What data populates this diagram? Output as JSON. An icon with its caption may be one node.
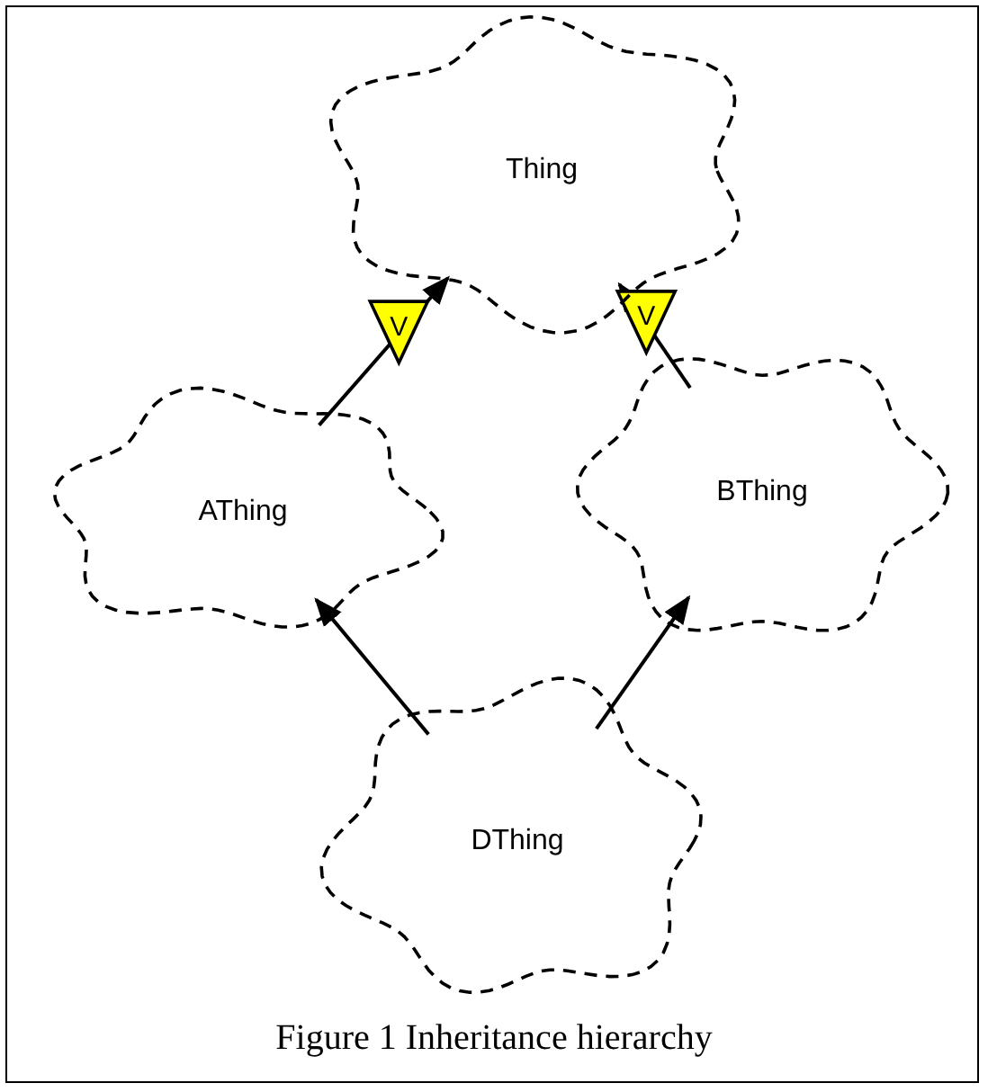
{
  "diagram": {
    "caption": "Figure 1 Inheritance hierarchy",
    "nodes": [
      {
        "text": [
          "Thing"
        ]
      },
      {
        "text": [
          "AThing"
        ]
      },
      {
        "text": [
          "BThing"
        ]
      },
      {
        "text": [
          "DThing"
        ]
      }
    ],
    "edges": [
      {
        "from": 1,
        "to": 0,
        "arrow": "to",
        "label": "V"
      },
      {
        "from": 2,
        "to": 0,
        "arrow": "to",
        "label": "V"
      },
      {
        "from": 3,
        "to": 1,
        "arrow": "to"
      },
      {
        "from": 3,
        "to": 2,
        "arrow": "to"
      }
    ]
  }
}
